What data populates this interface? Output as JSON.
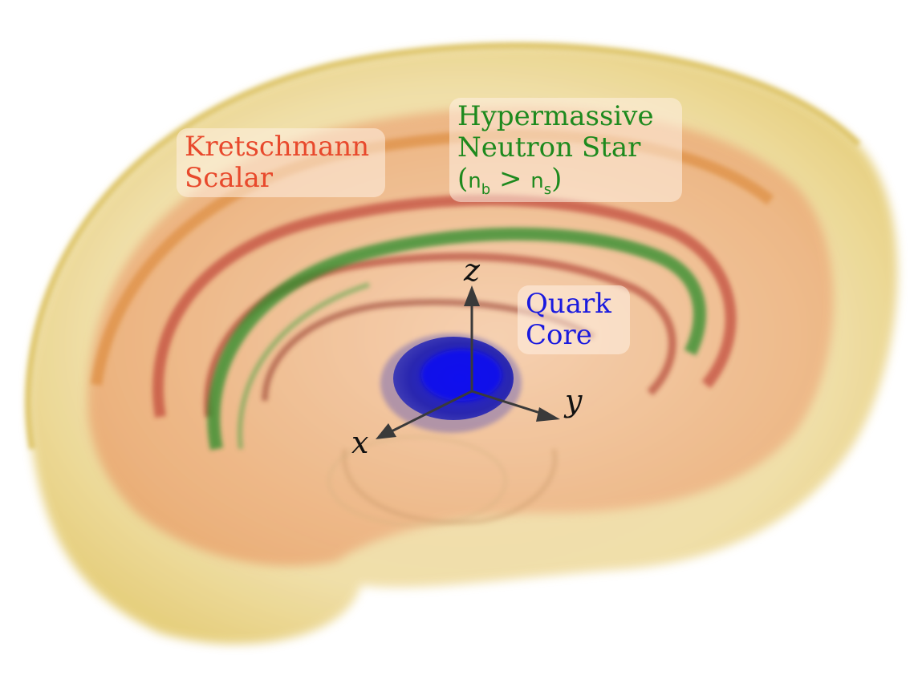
{
  "labels": {
    "kretschmann": {
      "line1": "Kretschmann",
      "line2": "Scalar",
      "color": "#e8492c"
    },
    "hms": {
      "line1": "Hypermassive",
      "line2": "Neutron Star",
      "line3_prefix": "(",
      "nb": "n",
      "nb_sub": "b",
      "gt": " > ",
      "ns": "n",
      "ns_sub": "s",
      "line3_suffix": ")",
      "color": "#1e8a1e"
    },
    "quark": {
      "line1": "Quark",
      "line2": "Core",
      "color": "#1a1adf"
    }
  },
  "axes": {
    "x": "x",
    "y": "y",
    "z": "z"
  },
  "colors": {
    "outer_shell": "#e6cf7a",
    "shell_orange": "#e0914a",
    "kretschmann_red": "#b8322a",
    "hms_green": "#2c8c2c",
    "quark_blue": "#1818c8"
  }
}
